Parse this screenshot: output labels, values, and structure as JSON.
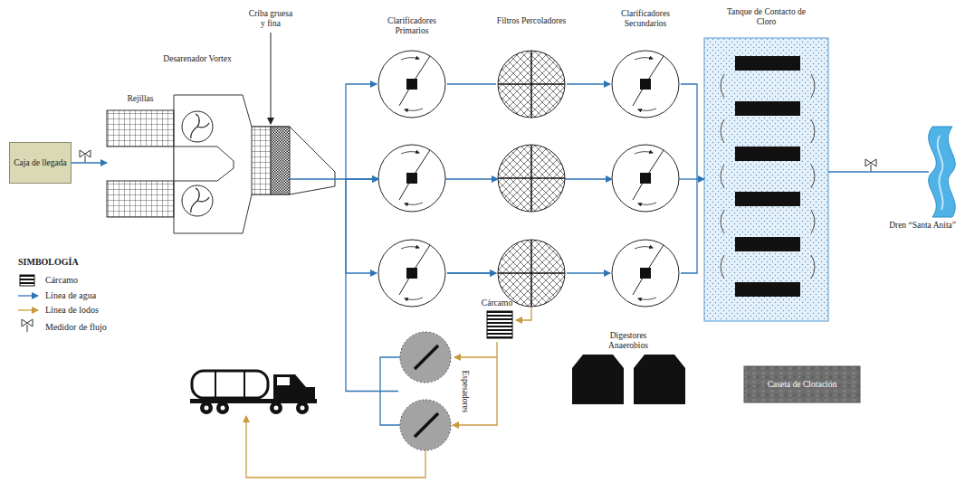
{
  "diagram": {
    "nodes": [
      {
        "text": [
          "Caja de llegada"
        ]
      },
      {
        "text": [
          "Rejillas"
        ]
      },
      {
        "text": [
          "Desarenador Vortex"
        ]
      },
      {
        "text": [
          "Criba gruesa y fina"
        ]
      },
      {
        "text": [
          "Clarificadores Primarios"
        ]
      },
      {
        "text": [
          "Filtros Percoladores"
        ]
      },
      {
        "text": [
          "Clarificadores Secundarios"
        ]
      },
      {
        "text": [
          "Tanque de Contacto de Cloro"
        ]
      },
      {
        "text": [
          "Dren “Santa Anita”"
        ]
      },
      {
        "text": [
          "Cárcamo"
        ]
      },
      {
        "text": [
          "Espesadores"
        ]
      },
      {
        "text": [
          "Digestores Anaerobios"
        ]
      },
      {
        "text": [
          "Caseta de Cloración"
        ]
      }
    ],
    "edges": [
      {
        "from": 0,
        "to": 1,
        "arrow": "to"
      },
      {
        "from": 3,
        "to": 4,
        "arrow": "to"
      },
      {
        "from": 4,
        "to": 5,
        "arrow": "to"
      },
      {
        "from": 5,
        "to": 6,
        "arrow": "to"
      },
      {
        "from": 6,
        "to": 7,
        "arrow": "to"
      },
      {
        "from": 7,
        "to": 8,
        "arrow": "none"
      },
      {
        "from": 5,
        "to": 9,
        "arrow": "to"
      },
      {
        "from": 9,
        "to": 10,
        "arrow": "to"
      },
      {
        "from": 10,
        "to": 4,
        "arrow": "to"
      }
    ],
    "labels": [
      "SIMBOLOGÍA"
    ],
    "legend": [
      {
        "text": "Cárcamo"
      },
      {
        "text": "Línea de agua"
      },
      {
        "text": "Línea de lodos"
      },
      {
        "text": "Medidor de flujo"
      }
    ]
  }
}
